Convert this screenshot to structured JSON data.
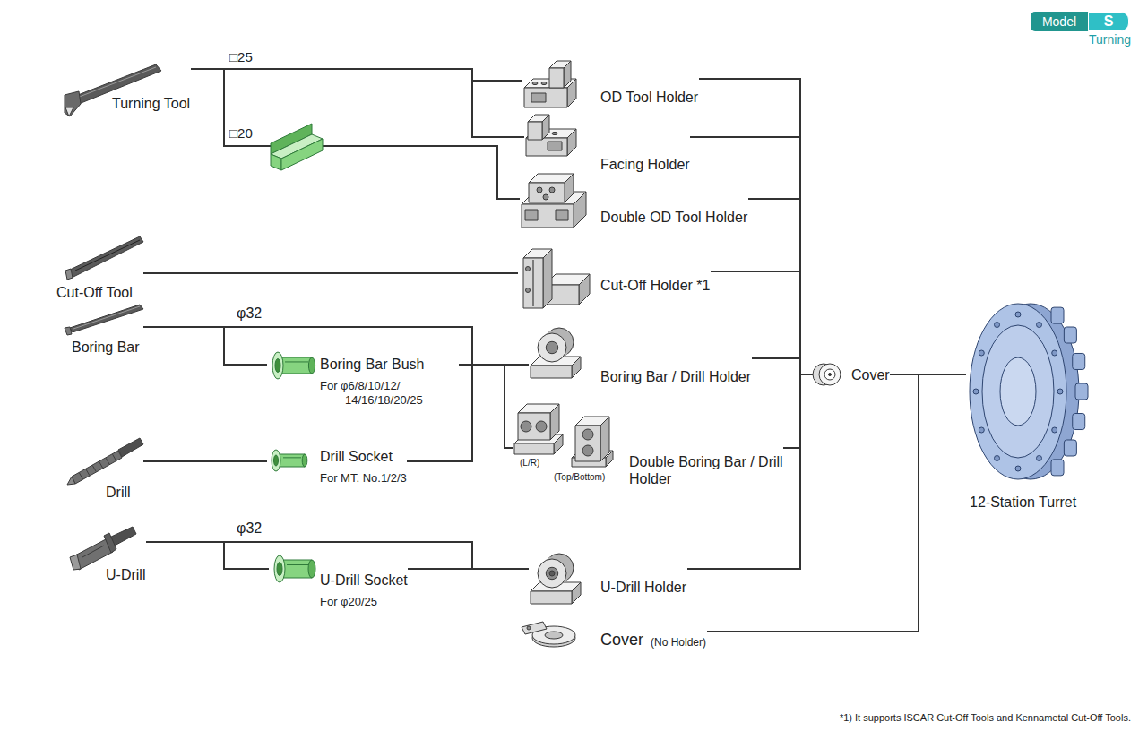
{
  "diagram": {
    "nodes": [
      {
        "text": [
          "Turning Tool"
        ]
      },
      {
        "text": [
          "OD Tool Holder"
        ]
      },
      {
        "text": [
          "Facing Holder"
        ]
      },
      {
        "text": [
          "Double OD Tool Holder"
        ]
      },
      {
        "text": [
          "Cut-Off Tool"
        ]
      },
      {
        "text": [
          "Cut-Off Holder *1"
        ]
      },
      {
        "text": [
          "Boring Bar"
        ]
      },
      {
        "text": [
          "Boring Bar Bush",
          "For φ6/8/10/12/ 14/16/18/20/25"
        ]
      },
      {
        "text": [
          "Drill"
        ]
      },
      {
        "text": [
          "Drill Socket",
          "For MT. No.1/2/3"
        ]
      },
      {
        "text": [
          "Boring Bar / Drill Holder"
        ]
      },
      {
        "text": [
          "Double Boring Bar / Drill Holder",
          "(L/R)",
          "(Top/Bottom)"
        ]
      },
      {
        "text": [
          "U-Drill"
        ]
      },
      {
        "text": [
          "U-Drill Socket",
          "For φ20/25"
        ]
      },
      {
        "text": [
          "U-Drill Holder"
        ]
      },
      {
        "text": [
          "Cover"
        ]
      },
      {
        "text": [
          "Cover",
          "(No Holder)"
        ]
      },
      {
        "text": [
          "12-Station Turret"
        ]
      }
    ],
    "edges": [
      {
        "from": 0,
        "to": 1,
        "arrow": "none"
      },
      {
        "from": 0,
        "to": 2,
        "arrow": "none"
      },
      {
        "from": 0,
        "to": 3,
        "arrow": "none"
      },
      {
        "from": 4,
        "to": 5,
        "arrow": "none"
      },
      {
        "from": 6,
        "to": 7,
        "arrow": "none"
      },
      {
        "from": 6,
        "to": 10,
        "arrow": "none"
      },
      {
        "from": 6,
        "to": 11,
        "arrow": "none"
      },
      {
        "from": 7,
        "to": 10,
        "arrow": "none"
      },
      {
        "from": 7,
        "to": 11,
        "arrow": "none"
      },
      {
        "from": 8,
        "to": 9,
        "arrow": "none"
      },
      {
        "from": 9,
        "to": 10,
        "arrow": "none"
      },
      {
        "from": 9,
        "to": 11,
        "arrow": "none"
      },
      {
        "from": 12,
        "to": 13,
        "arrow": "none"
      },
      {
        "from": 12,
        "to": 14,
        "arrow": "none"
      },
      {
        "from": 13,
        "to": 14,
        "arrow": "none"
      },
      {
        "from": 1,
        "to": 15,
        "arrow": "none"
      },
      {
        "from": 2,
        "to": 15,
        "arrow": "none"
      },
      {
        "from": 3,
        "to": 15,
        "arrow": "none"
      },
      {
        "from": 5,
        "to": 15,
        "arrow": "none"
      },
      {
        "from": 10,
        "to": 15,
        "arrow": "none"
      },
      {
        "from": 11,
        "to": 15,
        "arrow": "none"
      },
      {
        "from": 14,
        "to": 15,
        "arrow": "none"
      },
      {
        "from": 15,
        "to": 17,
        "arrow": "none"
      },
      {
        "from": 16,
        "to": 17,
        "arrow": "none"
      }
    ],
    "labels": [
      "Model",
      "S",
      "Turning",
      "□25",
      "□20",
      "φ32",
      "φ32",
      "*1) It supports ISCAR Cut-Off Tools and Kennametal Cut-Off Tools."
    ]
  }
}
